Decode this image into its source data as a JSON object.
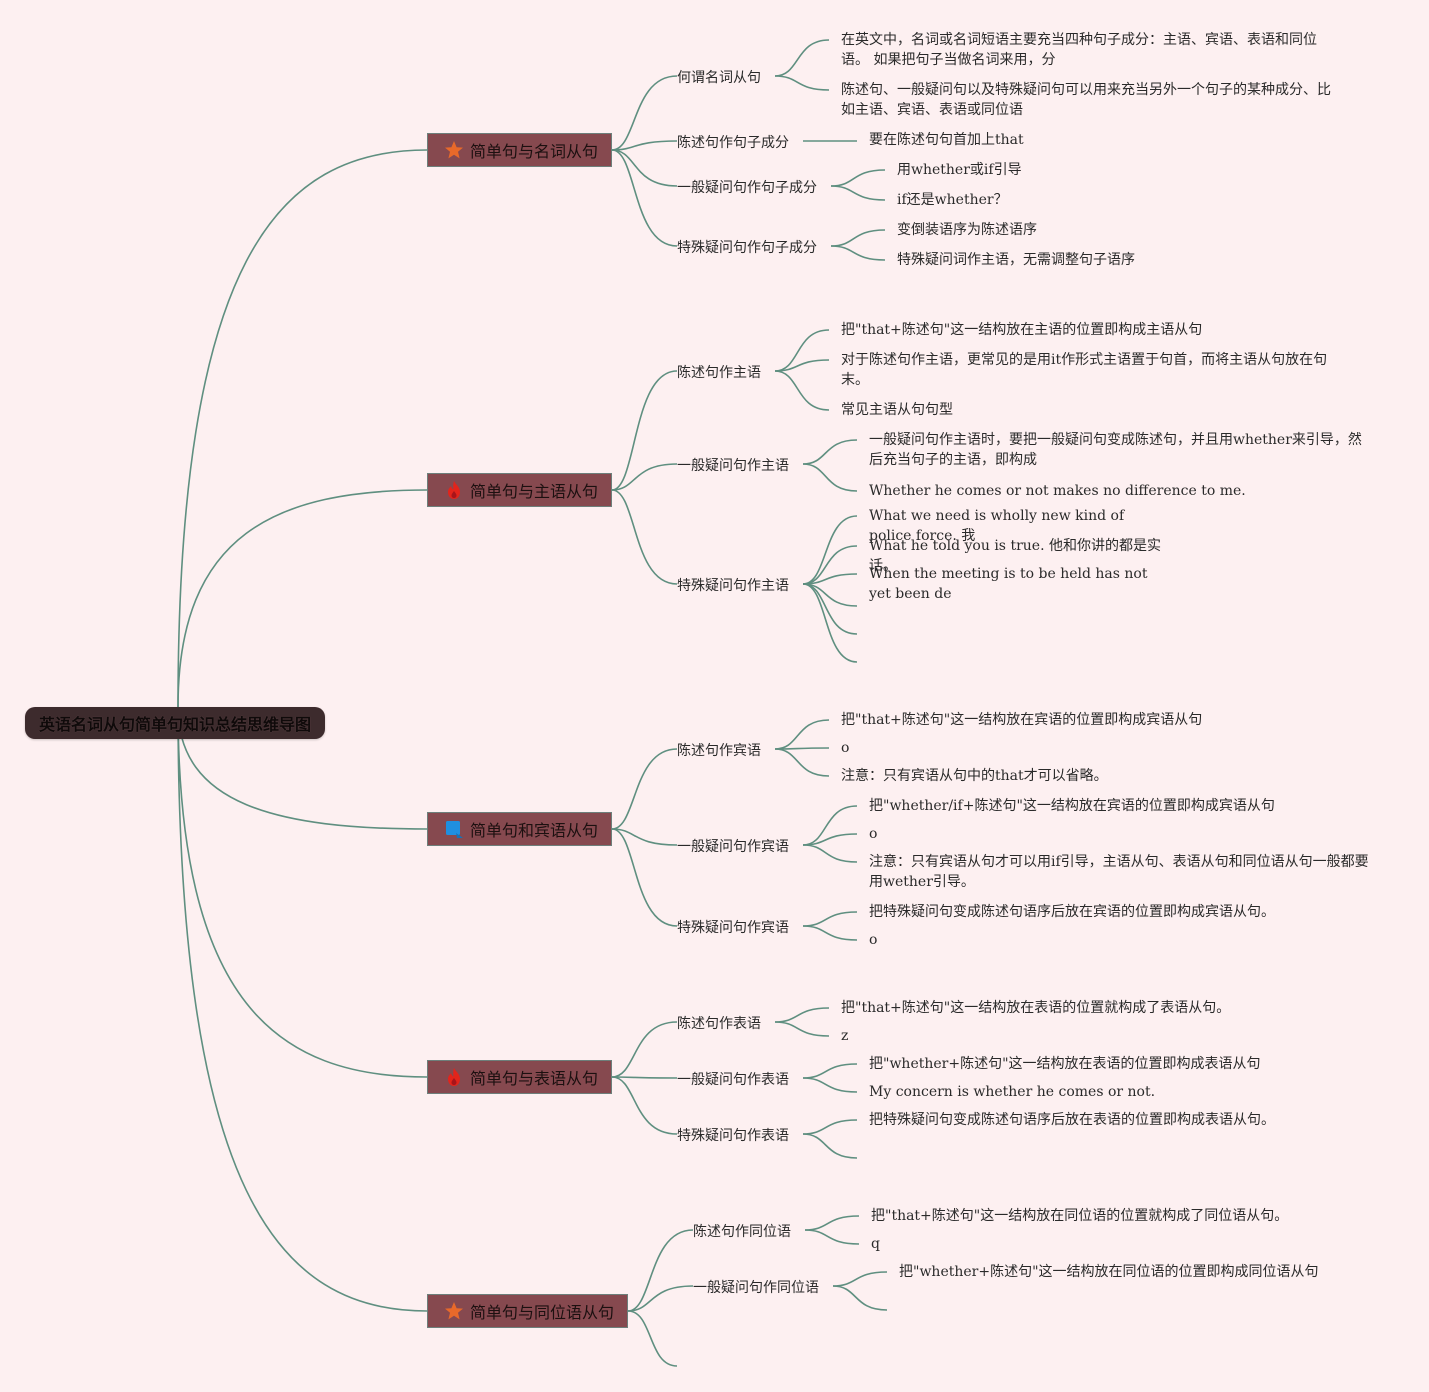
{
  "root": {
    "label": "英语名词从句简单句知识总结思维导图"
  },
  "branches": [
    {
      "label": "简单句与名词从句",
      "icon": "star-icon",
      "subs": [
        {
          "label": "何谓名词从句",
          "leaves": [
            "在英文中，名词或名词短语主要充当四种句子成分：主语、宾语、表语和同位语。 如果把句子当做名词来用，分",
            "陈述句、一般疑问句以及特殊疑问句可以用来充当另外一个句子的某种成分、比如主语、宾语、表语或同位语"
          ]
        },
        {
          "label": "陈述句作句子成分",
          "leaves": [
            "要在陈述句句首加上that"
          ]
        },
        {
          "label": "一般疑问句作句子成分",
          "leaves": [
            "用whether或if引导",
            "if还是whether？"
          ]
        },
        {
          "label": "特殊疑问句作句子成分",
          "leaves": [
            "变倒装语序为陈述语序",
            "特殊疑问词作主语，无需调整句子语序"
          ]
        }
      ]
    },
    {
      "label": "简单句与主语从句",
      "icon": "fire-icon",
      "subs": [
        {
          "label": "陈述句作主语",
          "leaves": [
            "把\"that+陈述句\"这一结构放在主语的位置即构成主语从句",
            "对于陈述句作主语，更常见的是用it作形式主语置于句首，而将主语从句放在句末。",
            "常见主语从句句型"
          ]
        },
        {
          "label": "一般疑问句作主语",
          "leaves": [
            "一般疑问句作主语时，要把一般疑问句变成陈述句，并且用whether来引导，然后充当句子的主语，即构成",
            "Whether he comes or not makes no difference to me."
          ]
        },
        {
          "label": "特殊疑问句作主语",
          "leaves": [
            "What we need is wholly new kind of police force. 我",
            "What he told you is true. 他和你讲的都是实话。",
            "When the meeting is to be held has not yet been de",
            "",
            "",
            ""
          ]
        }
      ]
    },
    {
      "label": "简单句和宾语从句",
      "icon": "flag-icon",
      "subs": [
        {
          "label": "陈述句作宾语",
          "leaves": [
            "把\"that+陈述句\"这一结构放在宾语的位置即构成宾语从句",
            "o",
            "注意：只有宾语从句中的that才可以省略。"
          ]
        },
        {
          "label": "一般疑问句作宾语",
          "leaves": [
            "把\"whether/if+陈述句\"这一结构放在宾语的位置即构成宾语从句",
            "o",
            "注意：只有宾语从句才可以用if引导，主语从句、表语从句和同位语从句一般都要用wether引导。"
          ]
        },
        {
          "label": "特殊疑问句作宾语",
          "leaves": [
            "把特殊疑问句变成陈述句语序后放在宾语的位置即构成宾语从句。",
            "o"
          ]
        }
      ]
    },
    {
      "label": "简单句与表语从句",
      "icon": "fire-icon",
      "subs": [
        {
          "label": "陈述句作表语",
          "leaves": [
            "把\"that+陈述句\"这一结构放在表语的位置就构成了表语从句。",
            "z"
          ]
        },
        {
          "label": "一般疑问句作表语",
          "leaves": [
            "把\"whether+陈述句\"这一结构放在表语的位置即构成表语从句",
            "My concern is whether he comes or not."
          ]
        },
        {
          "label": "特殊疑问句作表语",
          "leaves": [
            "把特殊疑问句变成陈述句语序后放在表语的位置即构成表语从句。",
            ""
          ]
        }
      ]
    },
    {
      "label": "简单句与同位语从句",
      "icon": "star-icon",
      "subs": [
        {
          "label": "陈述句作同位语",
          "leaves": [
            "把\"that+陈述句\"这一结构放在同位语的位置就构成了同位语从句。",
            "q"
          ]
        },
        {
          "label": "一般疑问句作同位语",
          "leaves": [
            "把\"whether+陈述句\"这一结构放在同位语的位置即构成同位语从句",
            ""
          ]
        },
        {
          "label": "",
          "leaves": []
        }
      ]
    }
  ],
  "colors": {
    "line": "#5f8f80",
    "main_fill": "#86494f",
    "root_fill": "#3d2b2d",
    "background": "#fdf0f1"
  }
}
